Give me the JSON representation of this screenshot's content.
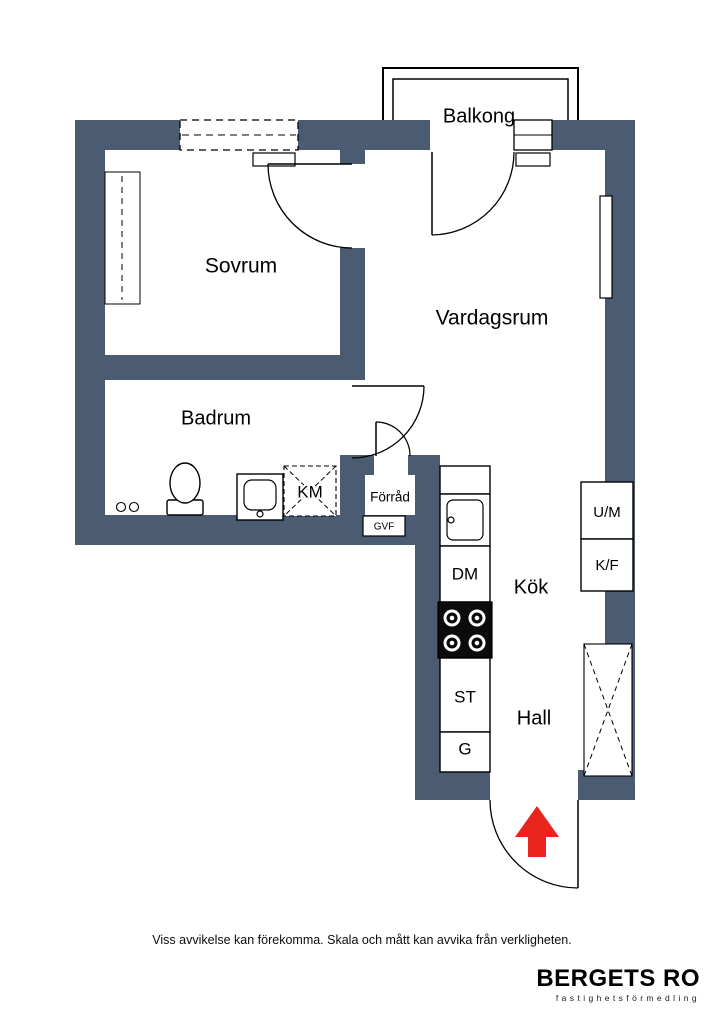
{
  "colors": {
    "wall": "#4b5b72",
    "arrow": "#e8241c",
    "line": "#000000",
    "bg": "#ffffff"
  },
  "plan": {
    "balkong": "Balkong",
    "sovrum": "Sovrum",
    "vardagsrum": "Vardagsrum",
    "badrum": "Badrum",
    "km": "KM",
    "forrad": "Förråd",
    "gvf": "GVF",
    "dm": "DM",
    "kok": "Kök",
    "um": "U/M",
    "kf": "K/F",
    "st": "ST",
    "g": "G",
    "hall": "Hall"
  },
  "footer": {
    "disclaimer": "Viss avvikelse kan förekomma. Skala och mått kan avvika från verkligheten.",
    "brand": "BERGETS RO",
    "brand_tagline": "fastighetsförmedling"
  }
}
